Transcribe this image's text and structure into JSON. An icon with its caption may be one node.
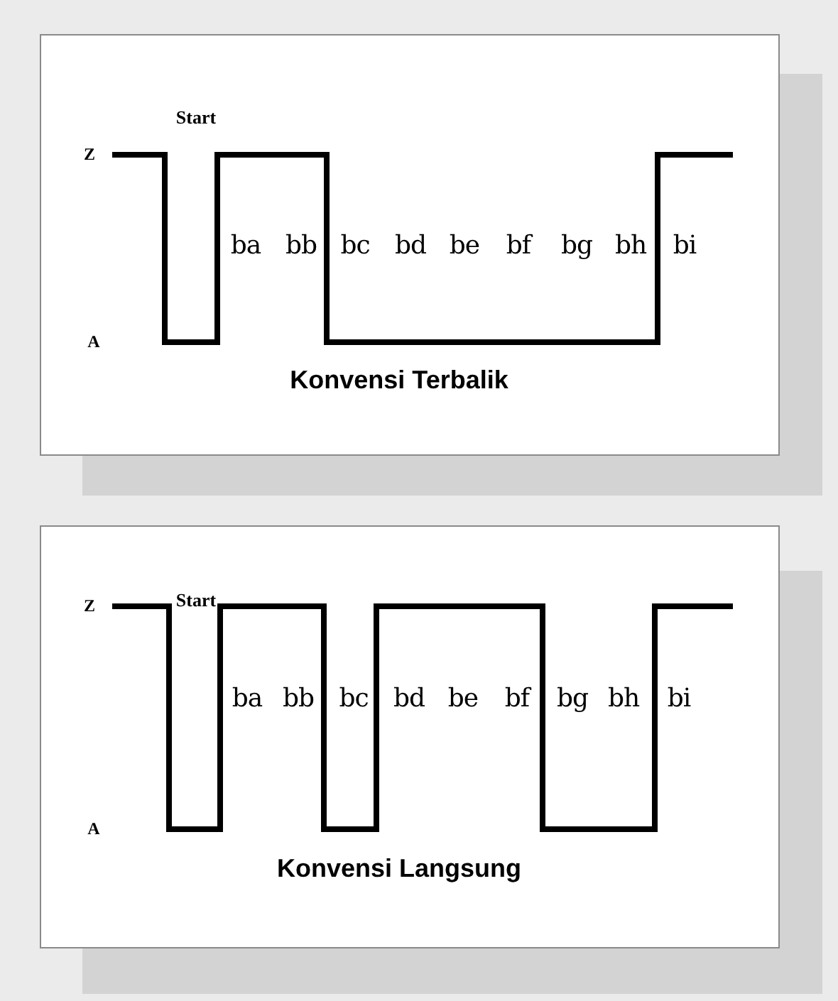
{
  "diagram": {
    "nodes": [
      {
        "text": [
          "Start",
          "Z",
          "ba",
          "bb",
          "bc",
          "bd",
          "be",
          "bf",
          "bg",
          "bh",
          "bi",
          "A",
          "Konvensi Terbalik"
        ]
      },
      {
        "text": [
          "Start",
          "Z",
          "ba",
          "bb",
          "bc",
          "bd",
          "be",
          "bf",
          "bg",
          "bh",
          "bi",
          "A",
          "Konvensi Langsung"
        ]
      }
    ]
  }
}
